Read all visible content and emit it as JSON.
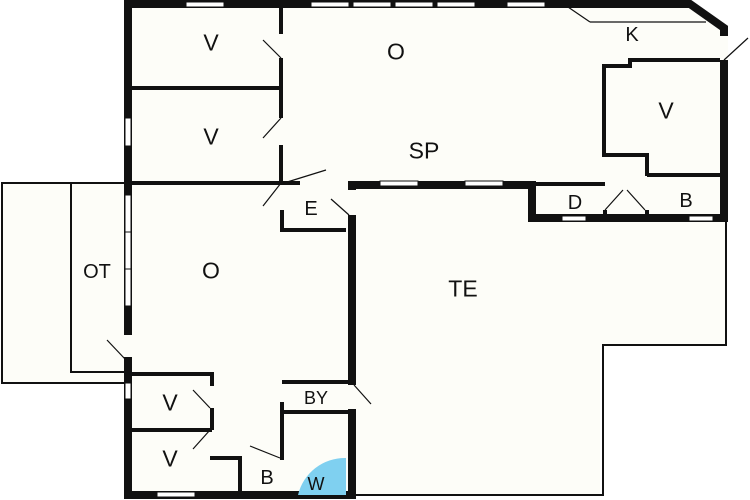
{
  "floorplan": {
    "colors": {
      "background": "#ffffff",
      "floor": "#fdfdf8",
      "wall": "#111111",
      "window": "#ffffff",
      "shower": "#7fd0f0"
    },
    "rooms": [
      {
        "id": "bedroom-top-1",
        "label": "V"
      },
      {
        "id": "bedroom-top-2",
        "label": "V"
      },
      {
        "id": "living-room-top",
        "label": "O"
      },
      {
        "id": "kitchen",
        "label": "K"
      },
      {
        "id": "bedroom-right",
        "label": "V"
      },
      {
        "id": "dining-area",
        "label": "SP"
      },
      {
        "id": "entrance",
        "label": "E"
      },
      {
        "id": "shower-room-right",
        "label": "D"
      },
      {
        "id": "bathroom-right",
        "label": "B"
      },
      {
        "id": "terrace",
        "label": "TE"
      },
      {
        "id": "covered-terrace",
        "label": "OT"
      },
      {
        "id": "living-room-lower",
        "label": "O"
      },
      {
        "id": "laundry",
        "label": "BY"
      },
      {
        "id": "bedroom-lower-1",
        "label": "V"
      },
      {
        "id": "bedroom-lower-2",
        "label": "V"
      },
      {
        "id": "bathroom-lower",
        "label": "B"
      },
      {
        "id": "whirlpool",
        "label": "W"
      }
    ]
  }
}
